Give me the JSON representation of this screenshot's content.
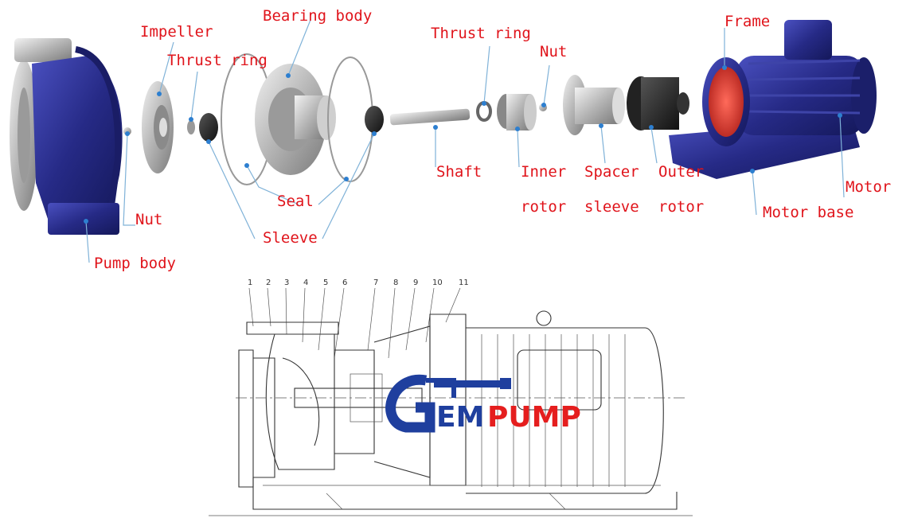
{
  "labels": {
    "impeller": "Impeller",
    "bearing_body": "Bearing body",
    "thrust_ring_left": "Thrust ring",
    "thrust_ring_right": "Thrust ring",
    "nut_top": "Nut",
    "frame": "Frame",
    "nut_left": "Nut",
    "pump_body": "Pump body",
    "seal": "Seal",
    "sleeve": "Sleeve",
    "shaft": "Shaft",
    "inner_rotor": [
      "Inner",
      "rotor"
    ],
    "spacer_sleeve": [
      "Spacer",
      "sleeve"
    ],
    "outer_rotor": [
      "Outer",
      "rotor"
    ],
    "motor": "Motor",
    "motor_base": "Motor base"
  },
  "drawing_numbers": [
    "1",
    "2",
    "3",
    "4",
    "5",
    "6",
    "7",
    "8",
    "9",
    "10",
    "11"
  ],
  "logo": {
    "text_left": "GEM",
    "text_right": "PUMP",
    "colors": {
      "blue": "#1f3f9e",
      "red": "#e51e1e"
    }
  },
  "colors": {
    "label": "#e0141b",
    "leader": "#7fb2d8",
    "pump_blue": "#2a2f8f",
    "steel": "#c8c8c8"
  }
}
